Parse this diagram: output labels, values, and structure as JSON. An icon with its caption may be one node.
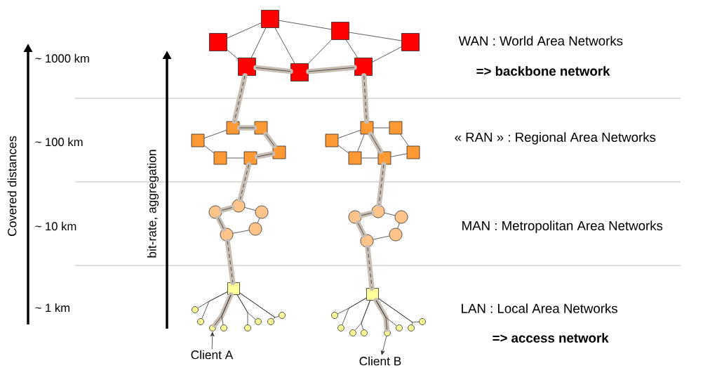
{
  "diagram": {
    "nodes": [
      {
        "text": [],
        "shape": "box"
      },
      {
        "text": [],
        "shape": "box"
      },
      {
        "text": [],
        "shape": "box"
      },
      {
        "text": [],
        "shape": "box"
      },
      {
        "text": [],
        "shape": "box"
      },
      {
        "text": [],
        "shape": "box"
      },
      {
        "text": [],
        "shape": "box"
      },
      {
        "text": [],
        "shape": "box"
      },
      {
        "text": [],
        "shape": "box"
      },
      {
        "text": [],
        "shape": "box"
      },
      {
        "text": [],
        "shape": "box"
      },
      {
        "text": [],
        "shape": "box"
      },
      {
        "text": [],
        "shape": "box"
      },
      {
        "text": [],
        "shape": "box"
      },
      {
        "text": [],
        "shape": "box"
      },
      {
        "text": [],
        "shape": "box"
      },
      {
        "text": [],
        "shape": "box"
      },
      {
        "text": [],
        "shape": "box"
      },
      {
        "text": [],
        "shape": "box"
      },
      {
        "text": [],
        "shape": "circle"
      },
      {
        "text": [],
        "shape": "circle"
      },
      {
        "text": [],
        "shape": "circle"
      },
      {
        "text": [],
        "shape": "circle"
      },
      {
        "text": [],
        "shape": "circle"
      },
      {
        "text": [],
        "shape": "circle"
      },
      {
        "text": [],
        "shape": "circle"
      },
      {
        "text": [],
        "shape": "circle"
      },
      {
        "text": [],
        "shape": "circle"
      },
      {
        "text": [],
        "shape": "circle"
      },
      {
        "text": [],
        "shape": "box"
      },
      {
        "text": [],
        "shape": "circle"
      },
      {
        "text": [],
        "shape": "circle"
      },
      {
        "text": [],
        "shape": "circle"
      },
      {
        "text": [],
        "shape": "circle"
      },
      {
        "text": [],
        "shape": "circle"
      },
      {
        "text": [],
        "shape": "circle"
      },
      {
        "text": [],
        "shape": "circle"
      },
      {
        "text": [],
        "shape": "circle"
      },
      {
        "text": [],
        "shape": "box"
      },
      {
        "text": [],
        "shape": "circle"
      },
      {
        "text": [],
        "shape": "circle"
      },
      {
        "text": [],
        "shape": "circle"
      },
      {
        "text": [],
        "shape": "circle"
      },
      {
        "text": [],
        "shape": "circle"
      },
      {
        "text": [],
        "shape": "circle"
      },
      {
        "text": [],
        "shape": "circle"
      },
      {
        "text": [],
        "shape": "circle"
      },
      {
        "text": [
          "Client A"
        ]
      },
      {
        "text": [
          "Client B"
        ]
      }
    ],
    "edges": [
      {
        "from": 0,
        "to": 1,
        "arrow": "none"
      },
      {
        "from": 0,
        "to": 4,
        "arrow": "none"
      },
      {
        "from": 1,
        "to": 4,
        "arrow": "none"
      },
      {
        "from": 1,
        "to": 5,
        "arrow": "none"
      },
      {
        "from": 1,
        "to": 2,
        "arrow": "none"
      },
      {
        "from": 2,
        "to": 5,
        "arrow": "none"
      },
      {
        "from": 2,
        "to": 6,
        "arrow": "none"
      },
      {
        "from": 2,
        "to": 3,
        "arrow": "none"
      },
      {
        "from": 3,
        "to": 6,
        "arrow": "none"
      },
      {
        "from": 4,
        "to": 5,
        "arrow": "none",
        "style": "thick",
        "color": "#c8beb4"
      },
      {
        "from": 5,
        "to": 6,
        "arrow": "none",
        "style": "thick",
        "color": "#c8beb4"
      },
      {
        "from": 4,
        "to": 8,
        "arrow": "none",
        "style": "thick",
        "color": "#c8beb4"
      },
      {
        "from": 6,
        "to": 14,
        "arrow": "none",
        "style": "thick",
        "color": "#c8beb4"
      },
      {
        "from": 7,
        "to": 8,
        "arrow": "none"
      },
      {
        "from": 8,
        "to": 9,
        "arrow": "none",
        "style": "thick",
        "color": "#c8beb4"
      },
      {
        "from": 9,
        "to": 10,
        "arrow": "none",
        "style": "thick",
        "color": "#c8beb4"
      },
      {
        "from": 10,
        "to": 11,
        "arrow": "none",
        "style": "thick",
        "color": "#c8beb4"
      },
      {
        "from": 11,
        "to": 12,
        "arrow": "none"
      },
      {
        "from": 12,
        "to": 7,
        "arrow": "none"
      },
      {
        "from": 13,
        "to": 14,
        "arrow": "none"
      },
      {
        "from": 13,
        "to": 18,
        "arrow": "none"
      },
      {
        "from": 14,
        "to": 15,
        "arrow": "none"
      },
      {
        "from": 14,
        "to": 18,
        "arrow": "none"
      },
      {
        "from": 14,
        "to": 17,
        "arrow": "none",
        "style": "thick",
        "color": "#c8beb4"
      },
      {
        "from": 15,
        "to": 16,
        "arrow": "none"
      },
      {
        "from": 16,
        "to": 17,
        "arrow": "none"
      },
      {
        "from": 17,
        "to": 18,
        "arrow": "none"
      },
      {
        "from": 11,
        "to": 20,
        "arrow": "none",
        "style": "thick",
        "color": "#c8beb4"
      },
      {
        "from": 17,
        "to": 25,
        "arrow": "none",
        "style": "thick",
        "color": "#c8beb4"
      },
      {
        "from": 19,
        "to": 20,
        "arrow": "none",
        "style": "thick",
        "color": "#c8beb4"
      },
      {
        "from": 20,
        "to": 21,
        "arrow": "none"
      },
      {
        "from": 21,
        "to": 22,
        "arrow": "none"
      },
      {
        "from": 22,
        "to": 23,
        "arrow": "none"
      },
      {
        "from": 23,
        "to": 19,
        "arrow": "none",
        "style": "thick",
        "color": "#c8beb4"
      },
      {
        "from": 24,
        "to": 25,
        "arrow": "none",
        "style": "thick",
        "color": "#c8beb4"
      },
      {
        "from": 25,
        "to": 26,
        "arrow": "none"
      },
      {
        "from": 26,
        "to": 27,
        "arrow": "none"
      },
      {
        "from": 27,
        "to": 28,
        "arrow": "none"
      },
      {
        "from": 28,
        "to": 24,
        "arrow": "none",
        "style": "thick",
        "color": "#c8beb4"
      },
      {
        "from": 23,
        "to": 29,
        "arrow": "none",
        "style": "thick",
        "color": "#c8beb4"
      },
      {
        "from": 28,
        "to": 38,
        "arrow": "none",
        "style": "thick",
        "color": "#c8beb4"
      },
      {
        "from": 29,
        "to": 30,
        "arrow": "none"
      },
      {
        "from": 29,
        "to": 31,
        "arrow": "none"
      },
      {
        "from": 29,
        "to": 32,
        "arrow": "none",
        "style": "thick",
        "color": "#c8beb4"
      },
      {
        "from": 29,
        "to": 33,
        "arrow": "none"
      },
      {
        "from": 29,
        "to": 34,
        "arrow": "none"
      },
      {
        "from": 29,
        "to": 35,
        "arrow": "none"
      },
      {
        "from": 29,
        "to": 36,
        "arrow": "none"
      },
      {
        "from": 29,
        "to": 37,
        "arrow": "none"
      },
      {
        "from": 38,
        "to": 39,
        "arrow": "none"
      },
      {
        "from": 38,
        "to": 40,
        "arrow": "none"
      },
      {
        "from": 38,
        "to": 41,
        "arrow": "none"
      },
      {
        "from": 38,
        "to": 42,
        "arrow": "none"
      },
      {
        "from": 38,
        "to": 43,
        "arrow": "none",
        "style": "thick",
        "color": "#c8beb4"
      },
      {
        "from": 38,
        "to": 44,
        "arrow": "none"
      },
      {
        "from": 38,
        "to": 45,
        "arrow": "none"
      },
      {
        "from": 38,
        "to": 46,
        "arrow": "none"
      },
      {
        "from": 47,
        "to": 32,
        "arrow": "to"
      },
      {
        "from": 43,
        "to": 48,
        "arrow": "to"
      }
    ],
    "labels": [
      "~ 1000 km",
      "WAN : World Area Networks",
      "=> backbone network",
      "Covered distances",
      "~ 100 km",
      "« RAN » : Regional Area Networks",
      "bit-rate, aggregation",
      "~ 10 km",
      "MAN : Metropolitan Area Networks",
      "~ 1 km",
      "LAN : Local Area Networks",
      "=> access network"
    ]
  }
}
